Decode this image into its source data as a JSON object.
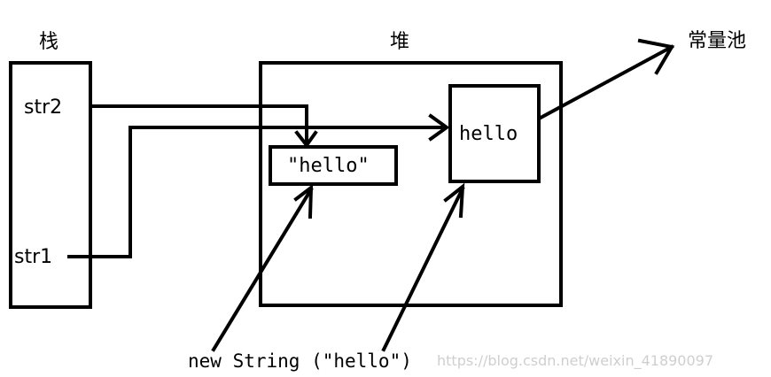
{
  "labels": {
    "stack": "栈",
    "heap": "堆",
    "constant_pool": "常量池",
    "str2": "str2",
    "str1": "str1",
    "heap_object": "\"hello\"",
    "pool_object": "hello",
    "new_string": "new String (\"hello\")"
  },
  "watermark": "https://blog.csdn.net/weixin_41890097",
  "colors": {
    "ink": "#000000",
    "watermark": "#cfcfcf",
    "background": "#ffffff"
  }
}
